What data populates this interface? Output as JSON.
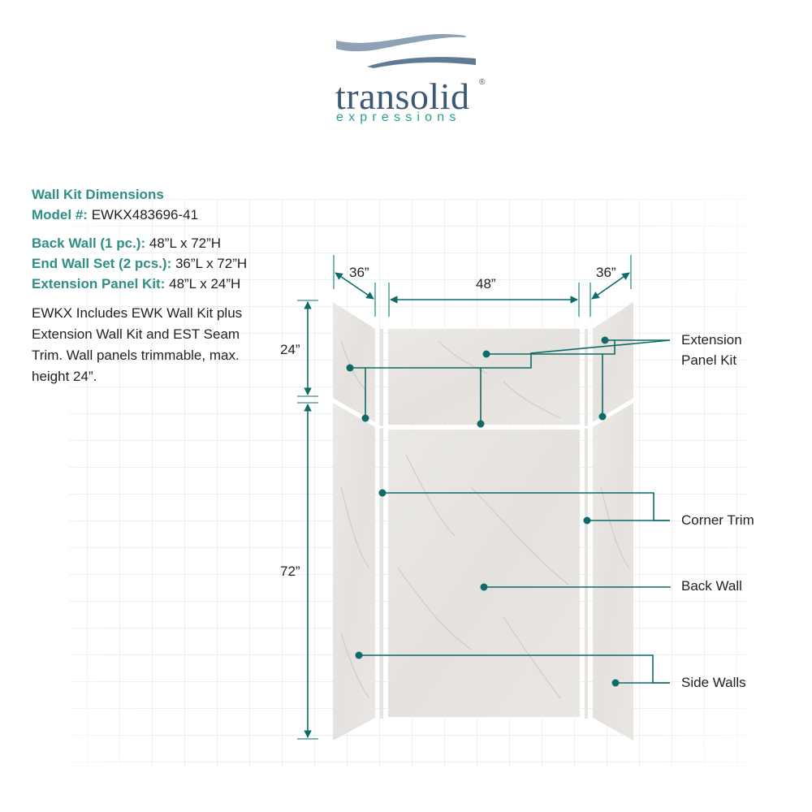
{
  "logo": {
    "brand": "transolid",
    "registered": "®",
    "tagline": "expressions",
    "wave_colors": [
      "#8ea2b6",
      "#5f7a93"
    ]
  },
  "info": {
    "title": "Wall Kit Dimensions",
    "model_label": "Model #:",
    "model_value": "EWKX483696-41",
    "specs": [
      {
        "label": "Back Wall (1 pc.):",
        "value": "48”L x 72”H"
      },
      {
        "label": "End Wall Set (2 pcs.):",
        "value": "36”L x 72”H"
      },
      {
        "label": "Extension Panel Kit:",
        "value": "48”L x 24”H"
      }
    ],
    "description": "EWKX Includes EWK Wall Kit plus Extension Wall Kit and EST Seam Trim. Wall panels trimmable, max. height 24”."
  },
  "dimensions": {
    "left_width": "36”",
    "back_width": "48”",
    "right_width": "36”",
    "extension_height": "24”",
    "wall_height": "72”"
  },
  "callouts": {
    "extension_line1": "Extension",
    "extension_line2": "Panel Kit",
    "corner_trim": "Corner Trim",
    "back_wall": "Back Wall",
    "side_walls": "Side Walls"
  },
  "colors": {
    "accent": "#0e6b68",
    "heading": "#2f8f86",
    "panel": "#e8e5e2",
    "logo_text": "#3d5873",
    "logo_tagline": "#2a9d94"
  }
}
